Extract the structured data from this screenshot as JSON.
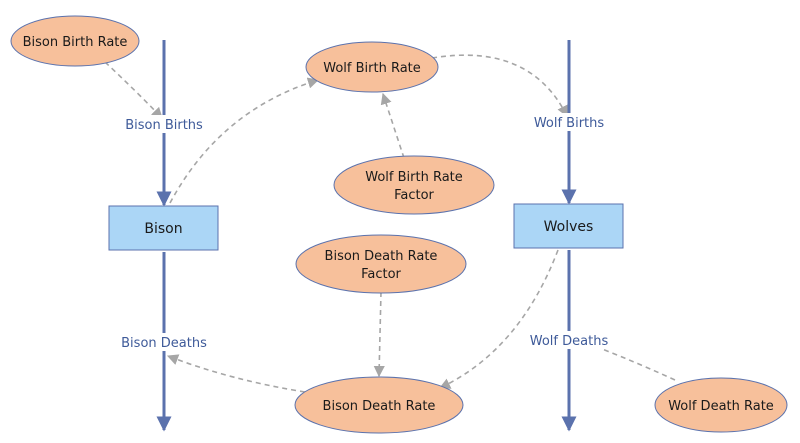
{
  "stocks": {
    "bison": "Bison",
    "wolves": "Wolves"
  },
  "flows": {
    "bison_births": "Bison Births",
    "bison_deaths": "Bison Deaths",
    "wolf_births": "Wolf Births",
    "wolf_deaths": "Wolf Deaths"
  },
  "variables": {
    "bison_birth_rate": "Bison Birth Rate",
    "wolf_birth_rate": "Wolf Birth Rate",
    "wolf_birth_rate_factor_line1": "Wolf Birth Rate",
    "wolf_birth_rate_factor_line2": "Factor",
    "bison_death_rate_factor_line1": "Bison Death Rate",
    "bison_death_rate_factor_line2": "Factor",
    "bison_death_rate": "Bison Death Rate",
    "wolf_death_rate": "Wolf Death Rate"
  },
  "colors": {
    "flow": "#5b72ad",
    "flow_label": "#3e5a99",
    "stock_fill": "#abd6f6",
    "stock_stroke": "#5b72ad",
    "variable_fill": "#f7c09b",
    "variable_stroke": "#5b72ad",
    "link": "#a6a6a6",
    "text": "#1a1a1a"
  }
}
